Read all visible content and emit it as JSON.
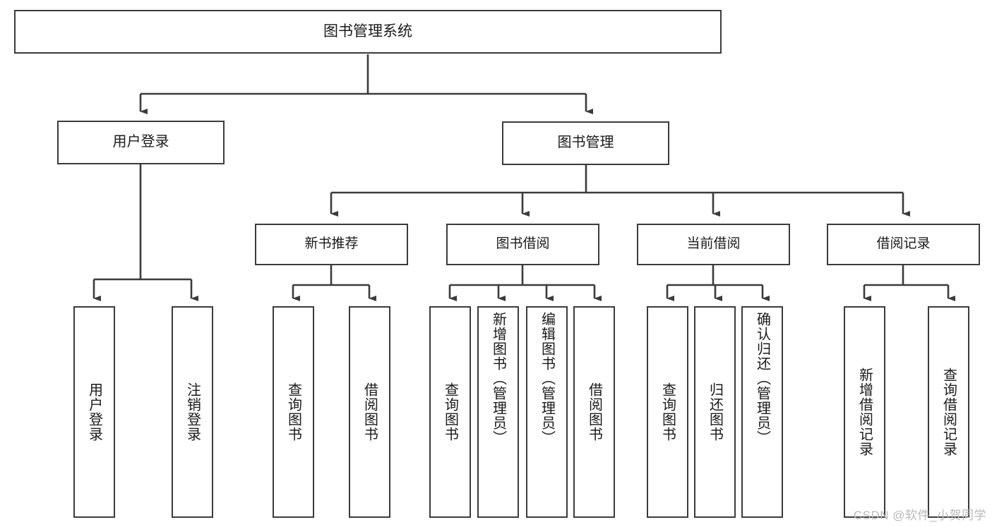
{
  "diagram": {
    "title": "图书管理系统",
    "watermark": "CSDN @软件_小贺同学",
    "colors": {
      "background": "#ffffff",
      "box_border": "#3b3b3b",
      "connector": "#3b3b3b",
      "text": "#1a1a1a",
      "watermark": "#b9b9b9"
    },
    "root": {
      "label": "图书管理系统"
    },
    "level2": [
      {
        "label": "用户登录"
      },
      {
        "label": "图书管理"
      }
    ],
    "level3": [
      {
        "label": "新书推荐"
      },
      {
        "label": "图书借阅"
      },
      {
        "label": "当前借阅"
      },
      {
        "label": "借阅记录"
      }
    ],
    "leaves": {
      "user_login": [
        {
          "label": "用户登录"
        },
        {
          "label": "注销登录"
        }
      ],
      "new_book": [
        {
          "label": "查询图书"
        },
        {
          "label": "借阅图书"
        }
      ],
      "borrow_book": [
        {
          "label": "查询图书"
        },
        {
          "label": "新增图书（管理员）"
        },
        {
          "label": "编辑图书（管理员）"
        },
        {
          "label": "借阅图书"
        }
      ],
      "current_borrow": [
        {
          "label": "查询图书"
        },
        {
          "label": "归还图书"
        },
        {
          "label": "确认归还（管理员）"
        }
      ],
      "borrow_record": [
        {
          "label": "新增借阅记录"
        },
        {
          "label": "查询借阅记录"
        }
      ]
    }
  }
}
